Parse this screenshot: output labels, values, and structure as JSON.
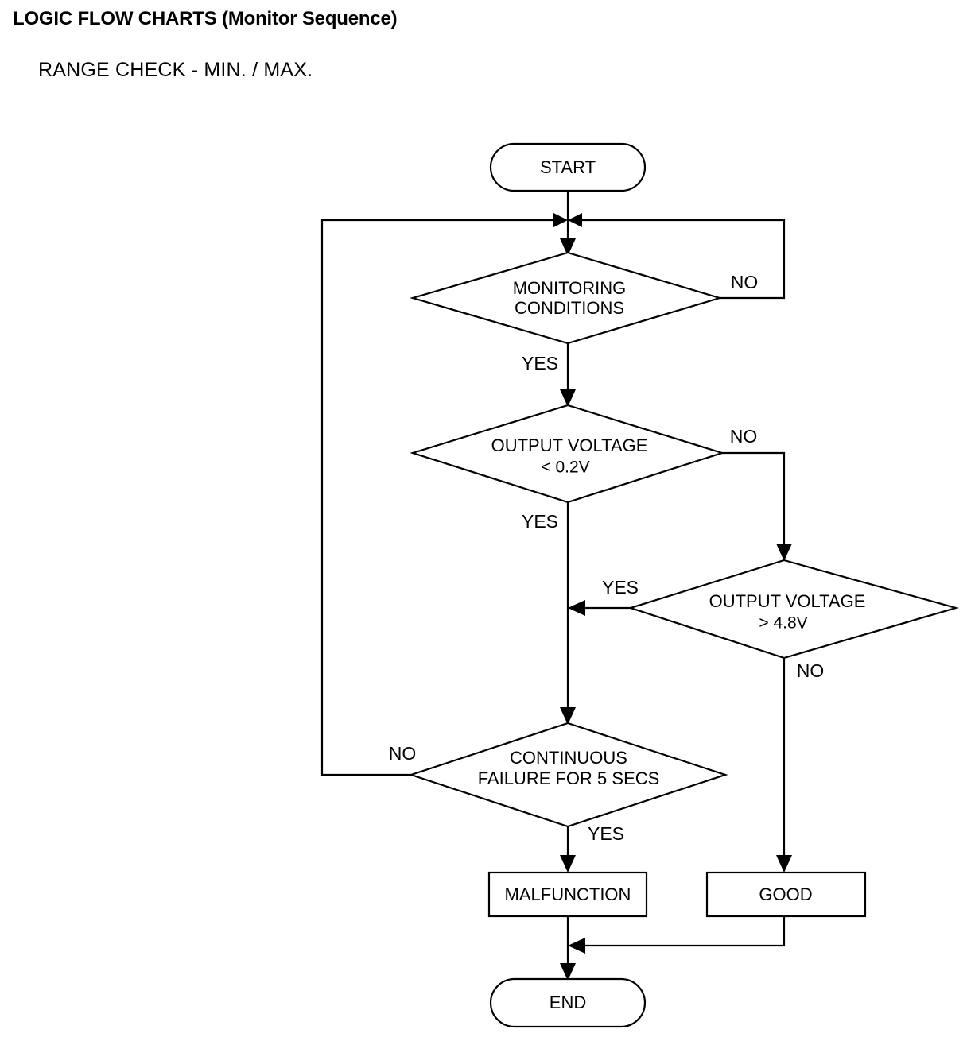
{
  "header": {
    "title": "LOGIC FLOW CHARTS (Monitor Sequence)",
    "subtitle": "RANGE CHECK - MIN. / MAX."
  },
  "chart_data": {
    "type": "flowchart",
    "title": "RANGE CHECK - MIN. / MAX.",
    "nodes": [
      {
        "id": "start",
        "shape": "terminator",
        "label": "START"
      },
      {
        "id": "monitoring",
        "shape": "decision",
        "label_line1": "MONITORING",
        "label_line2": "CONDITIONS"
      },
      {
        "id": "volt_low",
        "shape": "decision",
        "label_line1": "OUTPUT VOLTAGE",
        "label_line2": "< 0.2V"
      },
      {
        "id": "volt_high",
        "shape": "decision",
        "label_line1": "OUTPUT VOLTAGE",
        "label_line2": "> 4.8V"
      },
      {
        "id": "cont_fail",
        "shape": "decision",
        "label_line1": "CONTINUOUS",
        "label_line2": "FAILURE FOR 5 SECS"
      },
      {
        "id": "malfunction",
        "shape": "process",
        "label": "MALFUNCTION"
      },
      {
        "id": "good",
        "shape": "process",
        "label": "GOOD"
      },
      {
        "id": "end",
        "shape": "terminator",
        "label": "END"
      }
    ],
    "edges": [
      {
        "from": "start",
        "to": "monitoring",
        "label": ""
      },
      {
        "from": "monitoring",
        "to": "monitoring_loop",
        "label": "NO"
      },
      {
        "from": "monitoring",
        "to": "volt_low",
        "label": "YES"
      },
      {
        "from": "volt_low",
        "to": "volt_high",
        "label": "NO"
      },
      {
        "from": "volt_low",
        "to": "cont_fail",
        "label": "YES"
      },
      {
        "from": "volt_high",
        "to": "cont_fail_path",
        "label": "YES"
      },
      {
        "from": "volt_high",
        "to": "good",
        "label": "NO"
      },
      {
        "from": "cont_fail",
        "to": "monitoring_loop",
        "label": "NO"
      },
      {
        "from": "cont_fail",
        "to": "malfunction",
        "label": "YES"
      },
      {
        "from": "malfunction",
        "to": "end",
        "label": ""
      },
      {
        "from": "good",
        "to": "end",
        "label": ""
      }
    ],
    "branch_labels": {
      "monitoring_no": "NO",
      "monitoring_yes": "YES",
      "volt_low_no": "NO",
      "volt_low_yes": "YES",
      "volt_high_yes": "YES",
      "volt_high_no": "NO",
      "cont_fail_no": "NO",
      "cont_fail_yes": "YES"
    },
    "colors": {
      "stroke": "#000000",
      "fill": "#ffffff",
      "text": "#000000"
    }
  }
}
